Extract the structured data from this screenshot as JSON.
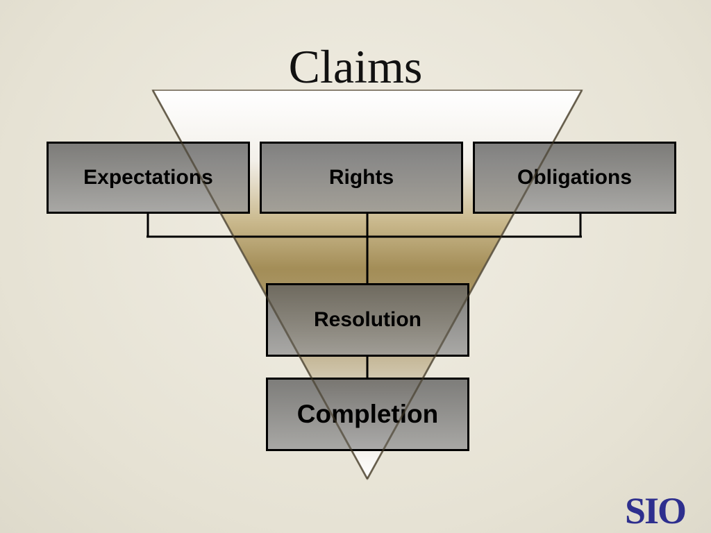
{
  "title": "Claims",
  "nodes": {
    "expectations": "Expectations",
    "rights": "Rights",
    "obligations": "Obligations",
    "resolution": "Resolution",
    "completion": "Completion"
  },
  "logo": "SIO",
  "colors": {
    "funnel_top": "#ffffff",
    "funnel_mid": "#a38d57",
    "box_fill": "#7a7a7a",
    "logo": "#2e2f8e"
  }
}
